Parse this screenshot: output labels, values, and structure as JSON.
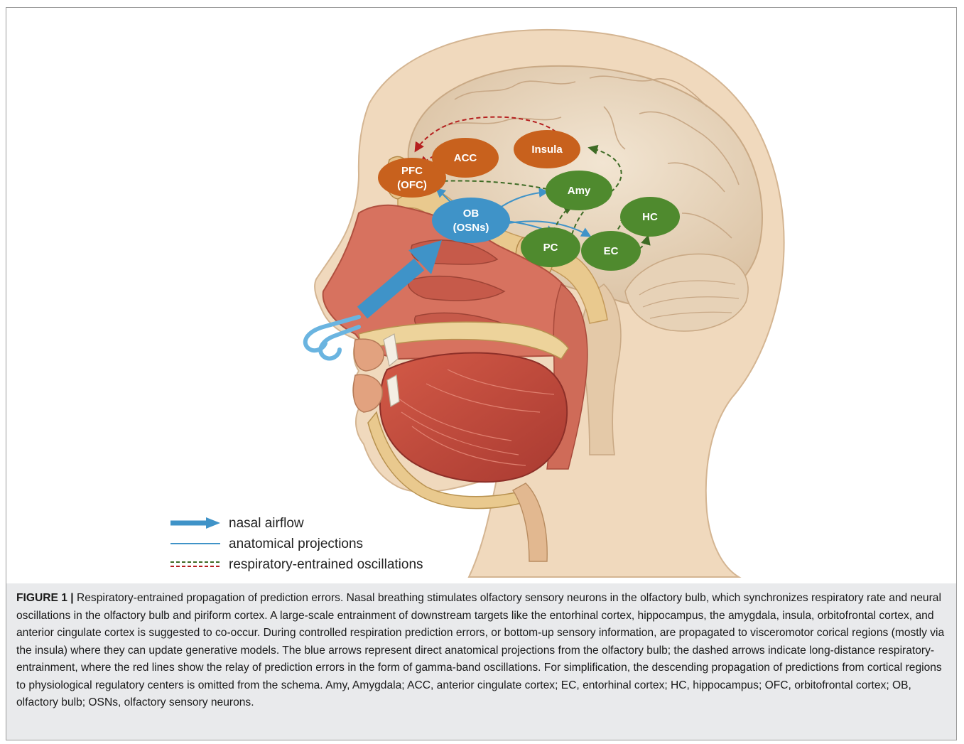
{
  "nodes": {
    "pfc": {
      "line1": "PFC",
      "line2": "(OFC)"
    },
    "acc": "ACC",
    "insula": "Insula",
    "amy": "Amy",
    "ob": {
      "line1": "OB",
      "line2": "(OSNs)"
    },
    "hc": "HC",
    "pc": "PC",
    "ec": "EC"
  },
  "legend": {
    "nasal_airflow": "nasal airflow",
    "anatomical_projections": "anatomical projections",
    "oscillations": "respiratory-entrained oscillations"
  },
  "colors": {
    "orange": "#c8611d",
    "green": "#4f8a2e",
    "blue": "#3f93c8",
    "red_dash": "#b51f1f",
    "green_dash": "#3e6b25",
    "skin": "#f0d9bd",
    "brain": "#ecdcc6",
    "tissue": "#d7725f",
    "muscle": "#c24a3e"
  },
  "caption": {
    "label": "FIGURE 1 |",
    "text": "Respiratory-entrained propagation of prediction errors. Nasal breathing stimulates olfactory sensory neurons in the olfactory bulb, which synchronizes respiratory rate and neural oscillations in the olfactory bulb and piriform cortex. A large-scale entrainment of downstream targets like the entorhinal cortex, hippocampus, the amygdala, insula, orbitofrontal cortex, and anterior cingulate cortex is suggested to co-occur. During controlled respiration prediction errors, or bottom-up sensory information, are propagated to visceromotor corical regions (mostly via the insula) where they can update generative models. The blue arrows represent direct anatomical projections from the olfactory bulb; the dashed arrows indicate long-distance respiratory-entrainment, where the red lines show the relay of prediction errors in the form of gamma-band oscillations. For simplification, the descending propagation of predictions from cortical regions to physiological regulatory centers is omitted from the schema. Amy, Amygdala; ACC, anterior cingulate cortex; EC, entorhinal cortex; HC, hippocampus; OFC, orbitofrontal cortex; OB, olfactory bulb; OSNs, olfactory sensory neurons."
  }
}
